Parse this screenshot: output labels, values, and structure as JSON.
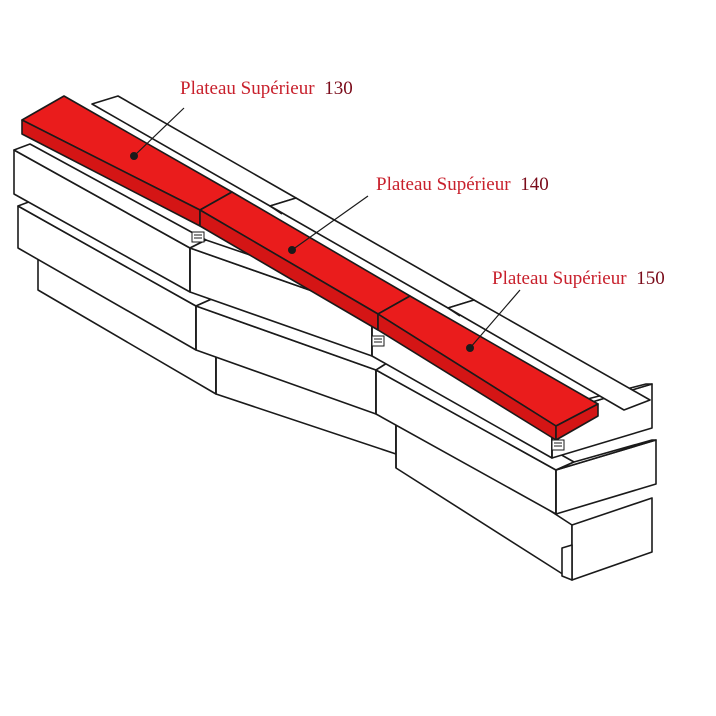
{
  "colors": {
    "top_plates": "#ea1c1c",
    "outline": "#1a1a1a",
    "label_text": "#c8202c",
    "label_number": "#7a0b1a"
  },
  "labels": [
    {
      "name": "Plateau Supérieur",
      "number": "130"
    },
    {
      "name": "Plateau Supérieur",
      "number": "140"
    },
    {
      "name": "Plateau Supérieur",
      "number": "150"
    }
  ]
}
